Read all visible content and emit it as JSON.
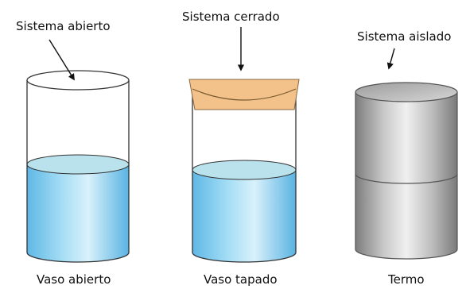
{
  "diagram": {
    "open": {
      "system_label": "Sistema abierto",
      "container_label": "Vaso abierto"
    },
    "closed": {
      "system_label": "Sistema cerrado",
      "container_label": "Vaso tapado"
    },
    "isolated": {
      "system_label": "Sistema aislado",
      "container_label": "Termo"
    },
    "colors": {
      "water": "#8fd3ef",
      "water_surface": "#b7e2ea",
      "lid": "#f4c58d",
      "thermos": "#b9b9b9"
    }
  }
}
